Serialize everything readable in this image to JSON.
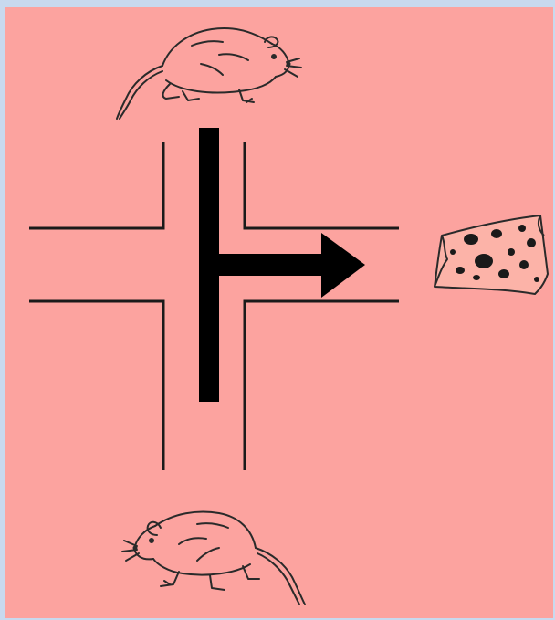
{
  "colors": {
    "frame": "#c8d9ee",
    "background": "#fca39f",
    "maze_wall": "#1a1a1a",
    "arrow": "#000000",
    "drawing_stroke": "#2a2a2a",
    "cheese_fill": "#fcb3a8"
  },
  "figure": {
    "subjects": [
      "rat-top",
      "rat-bottom",
      "cheese"
    ],
    "maze": "plus-shaped",
    "arrow_path": "turn-right",
    "rat_top": {
      "icon": "rat-icon"
    },
    "rat_bottom": {
      "icon": "rat-icon"
    },
    "cheese": {
      "icon": "cheese-icon"
    }
  }
}
